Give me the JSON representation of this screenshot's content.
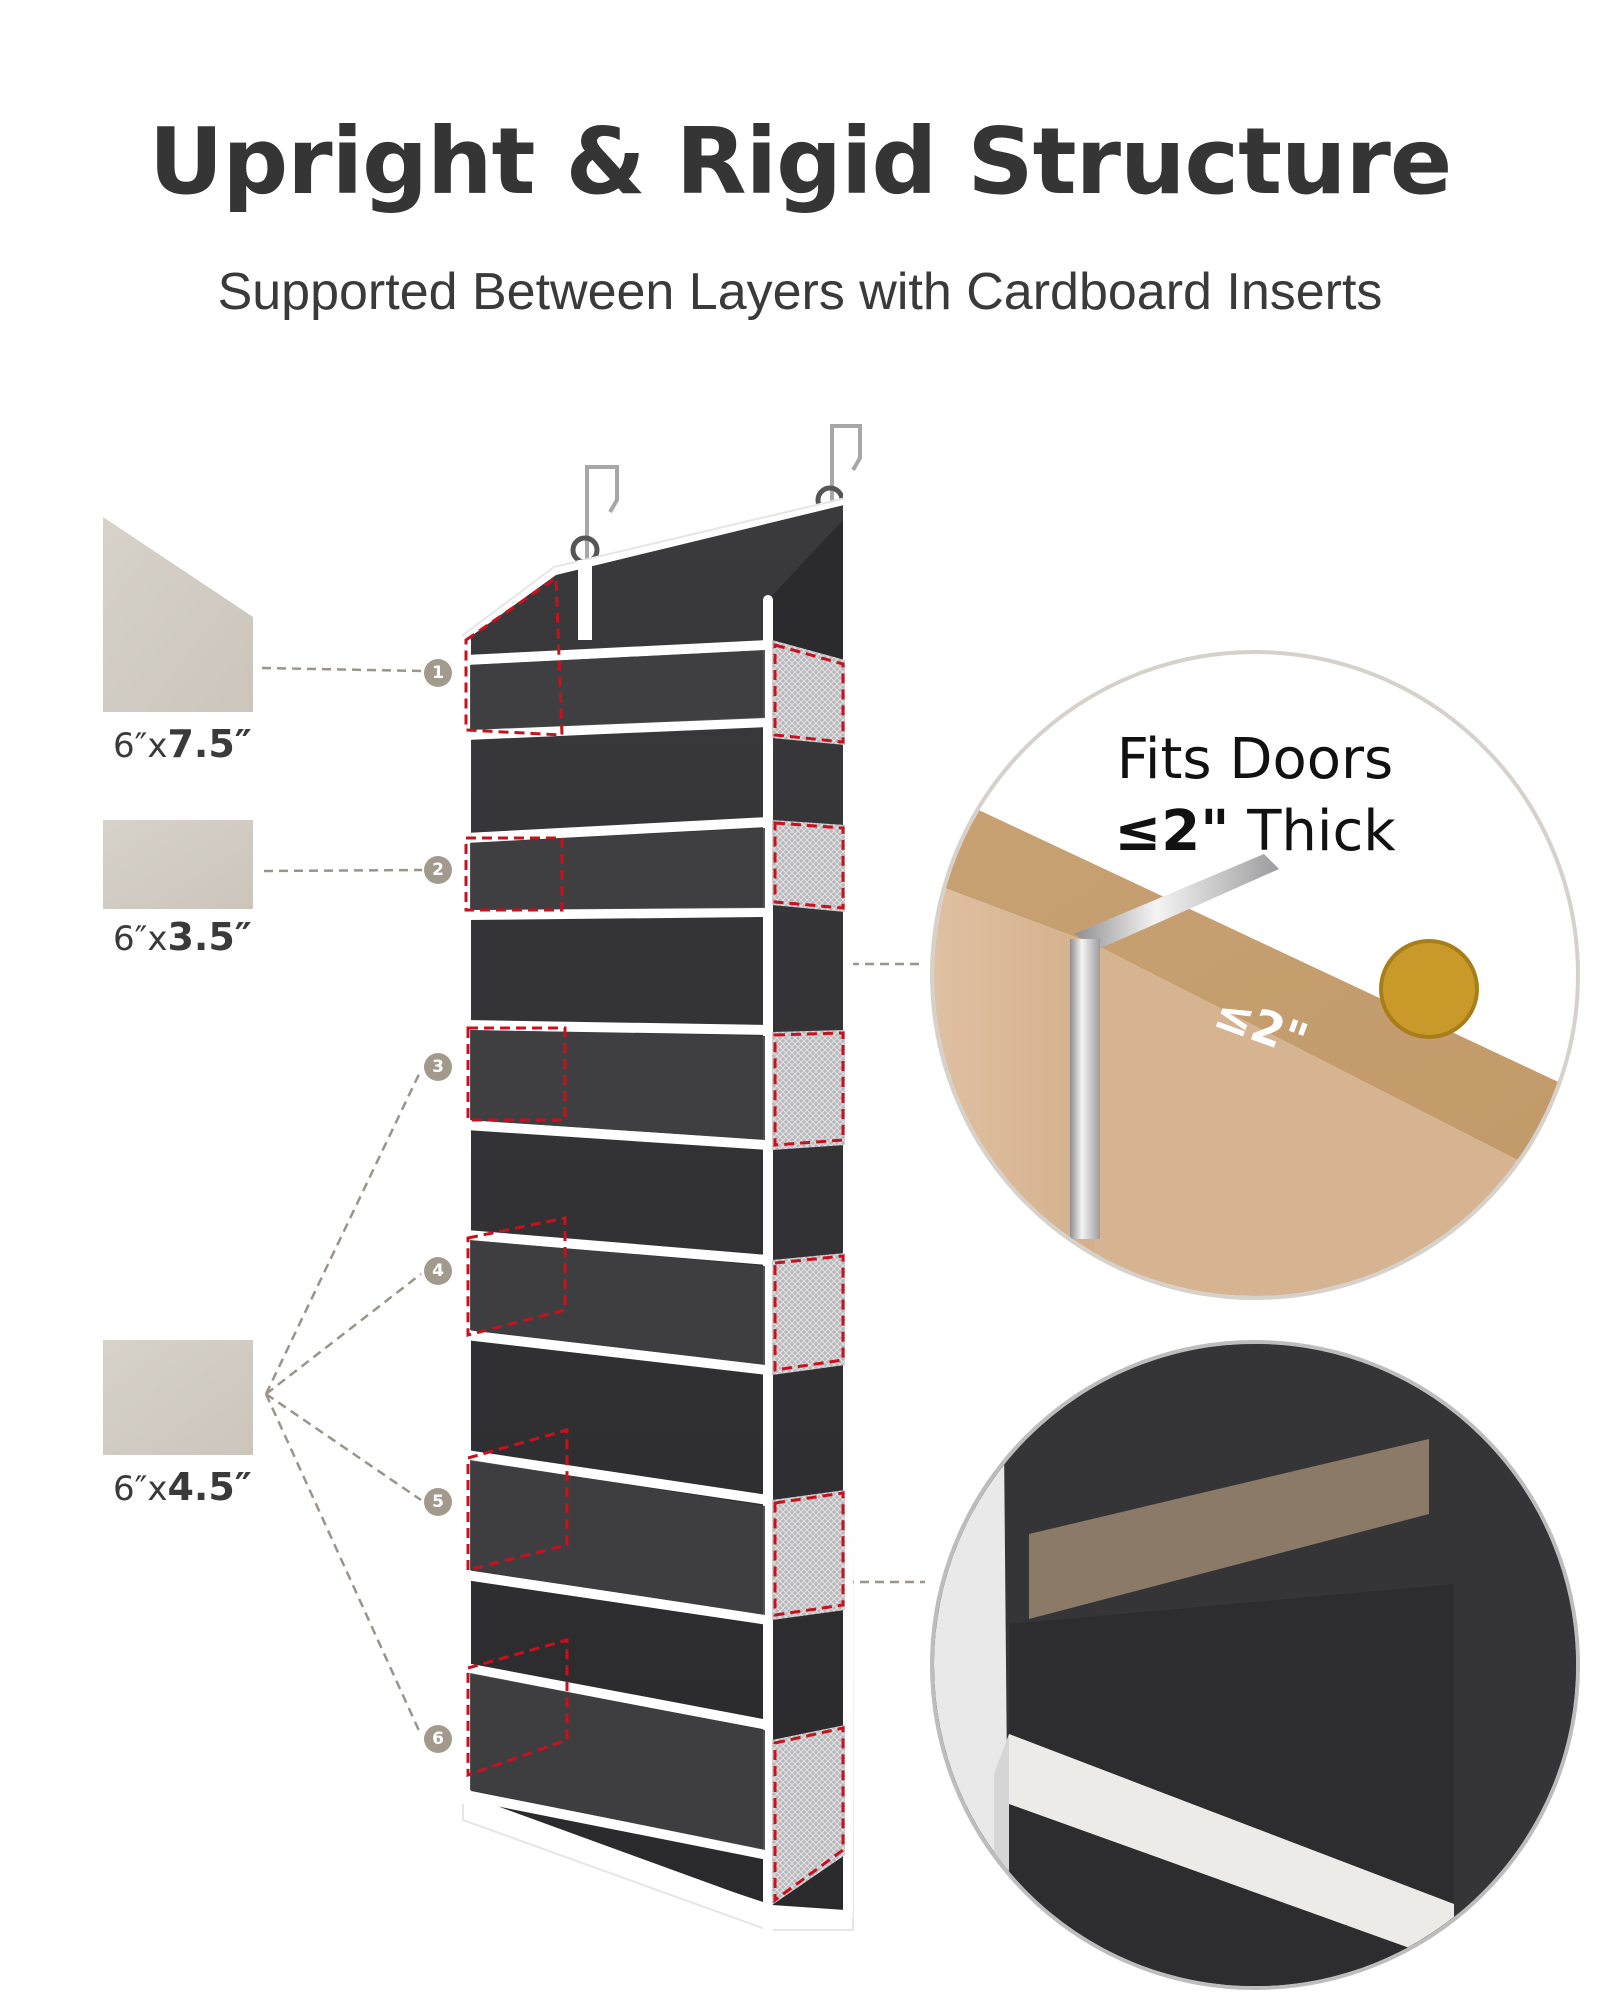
{
  "header": {
    "title": "Upright & Rigid Structure",
    "subtitle": "Supported Between Layers with Cardboard Inserts"
  },
  "inserts": [
    {
      "size_prefix": "6″x",
      "size_main": "7.5″",
      "shape": "trapezoid",
      "applies_to": [
        "1"
      ]
    },
    {
      "size_prefix": "6″x",
      "size_main": "3.5″",
      "shape": "rectangle",
      "applies_to": [
        "2"
      ]
    },
    {
      "size_prefix": "6″x",
      "size_main": "4.5″",
      "shape": "rectangle",
      "applies_to": [
        "3",
        "4",
        "5",
        "6"
      ]
    }
  ],
  "badges": [
    "1",
    "2",
    "3",
    "4",
    "5",
    "6"
  ],
  "callouts": {
    "door": {
      "line1": "Fits Doors",
      "line2_bold": "≤2\"",
      "line2_rest": " Thick",
      "door_mark": "≤2\""
    },
    "cardboard_closeup": {
      "subject": "cardboard insert between layers"
    }
  },
  "colors": {
    "title": "#353535",
    "badge": "#a39a8e",
    "cardboard": "#d3cec6",
    "fabric": "#2f2f31",
    "trim": "#ffffff",
    "dash_red": "#c8101e",
    "leader_line": "#9a948c",
    "wood": "#c9a47a",
    "circle_border": "#d6d1ca"
  }
}
